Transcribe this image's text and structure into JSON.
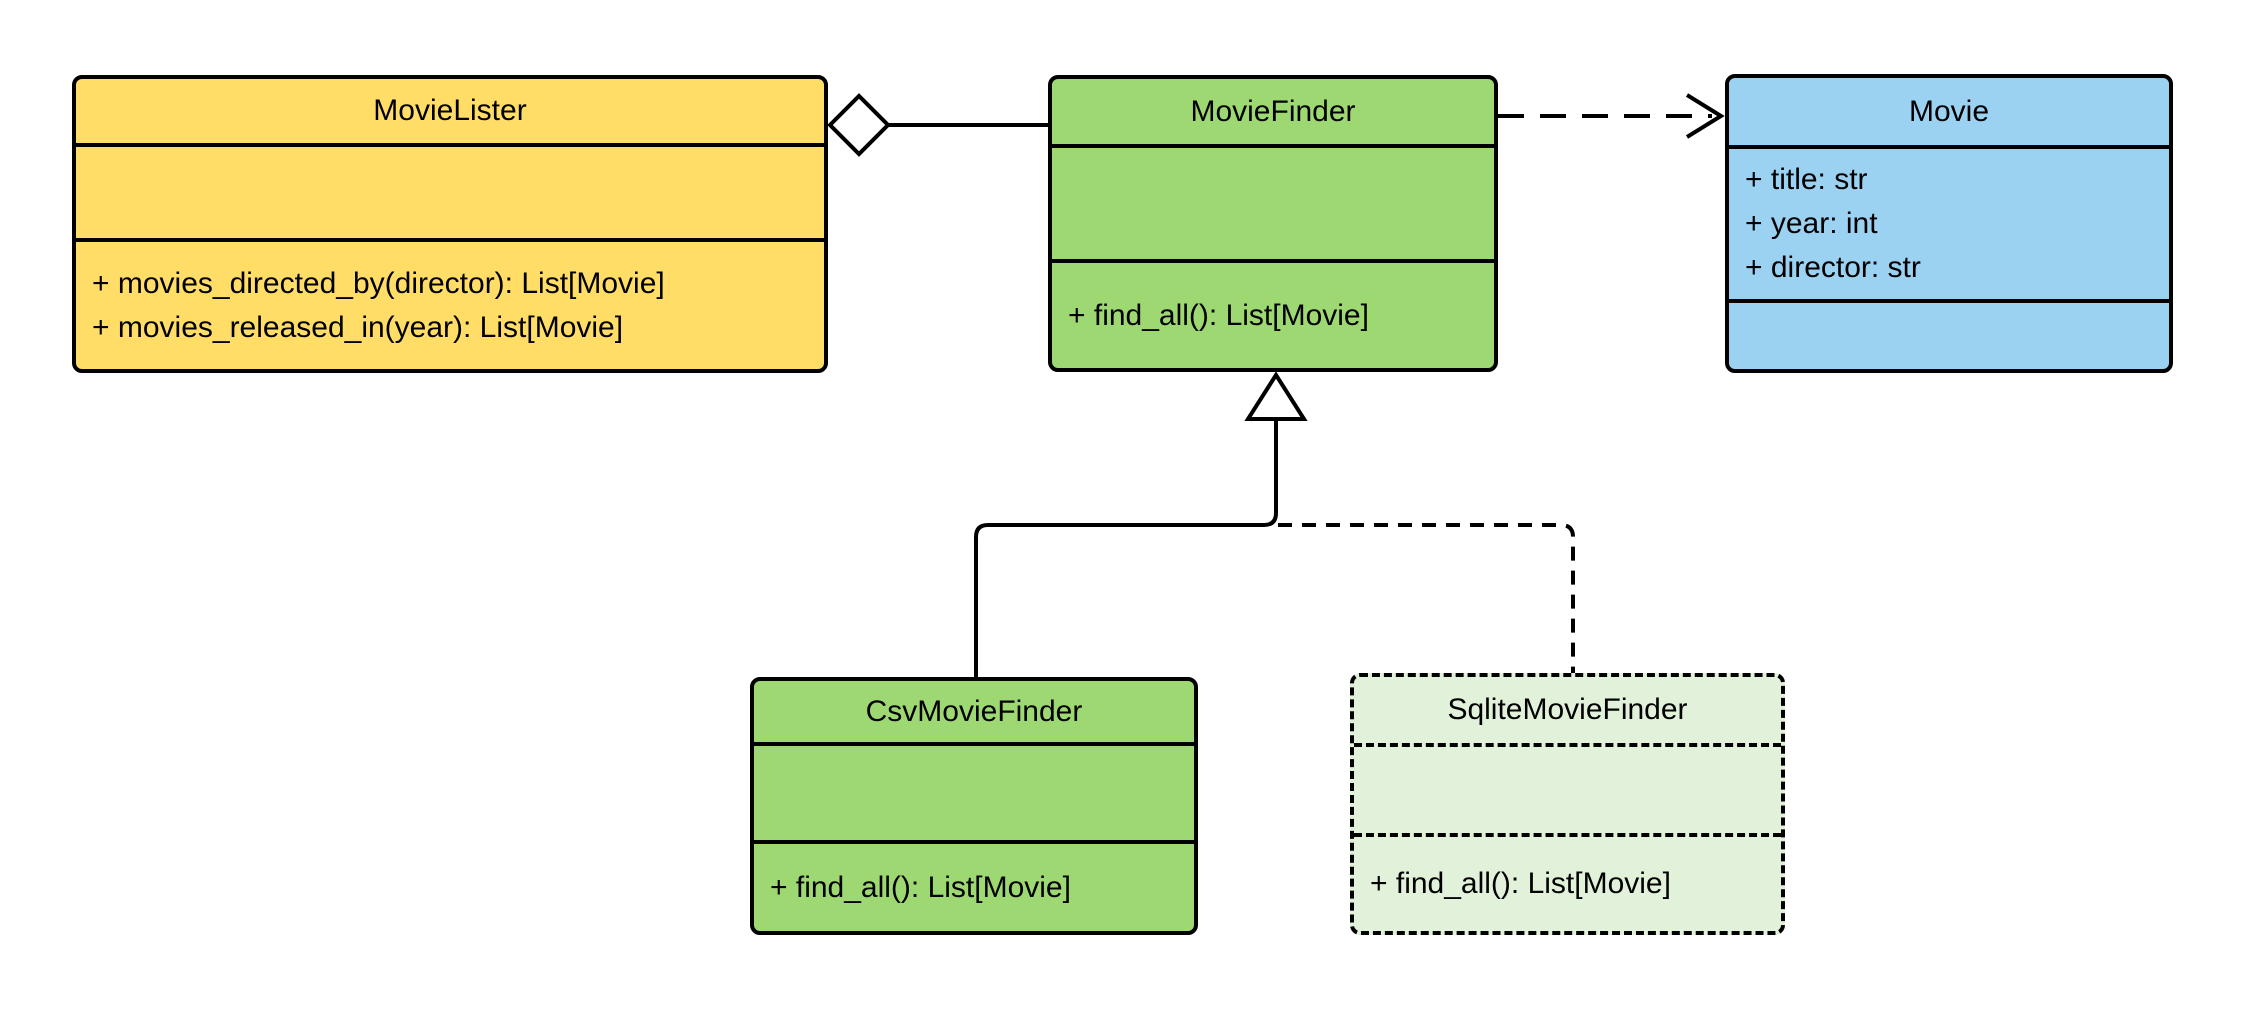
{
  "diagram": {
    "kind": "uml-class-diagram",
    "background": "#FFFFFF",
    "line_color": "#000000",
    "classes": {
      "movie_lister": {
        "name": "MovieLister",
        "fill": "#FFDD67",
        "border_style": "solid",
        "attributes": [],
        "methods": [
          "+ movies_directed_by(director): List[Movie]",
          "+ movies_released_in(year): List[Movie]"
        ]
      },
      "movie_finder": {
        "name": "MovieFinder",
        "fill": "#9ED873",
        "border_style": "solid",
        "attributes": [],
        "methods": [
          "+ find_all(): List[Movie]"
        ]
      },
      "movie": {
        "name": "Movie",
        "fill": "#9BD2F2",
        "border_style": "solid",
        "attributes": [
          "+ title: str",
          "+ year: int",
          "+ director: str"
        ],
        "methods": []
      },
      "csv_movie_finder": {
        "name": "CsvMovieFinder",
        "fill": "#9ED873",
        "border_style": "solid",
        "attributes": [],
        "methods": [
          "+ find_all(): List[Movie]"
        ]
      },
      "sqlite_movie_finder": {
        "name": "SqliteMovieFinder",
        "fill": "#E2F2DA",
        "border_style": "dashed",
        "attributes": [],
        "methods": [
          "+ find_all(): List[Movie]"
        ]
      }
    },
    "relationships": [
      {
        "type": "aggregation",
        "from": "MovieLister",
        "to": "MovieFinder",
        "line": "solid",
        "marker": "hollow-diamond-at-source"
      },
      {
        "type": "dependency",
        "from": "MovieFinder",
        "to": "Movie",
        "line": "dashed",
        "marker": "open-arrow-at-target"
      },
      {
        "type": "generalization",
        "from": "CsvMovieFinder",
        "to": "MovieFinder",
        "line": "solid",
        "marker": "hollow-triangle-at-target"
      },
      {
        "type": "generalization",
        "from": "SqliteMovieFinder",
        "to": "MovieFinder",
        "line": "dashed",
        "marker": "hollow-triangle-at-target"
      }
    ]
  }
}
